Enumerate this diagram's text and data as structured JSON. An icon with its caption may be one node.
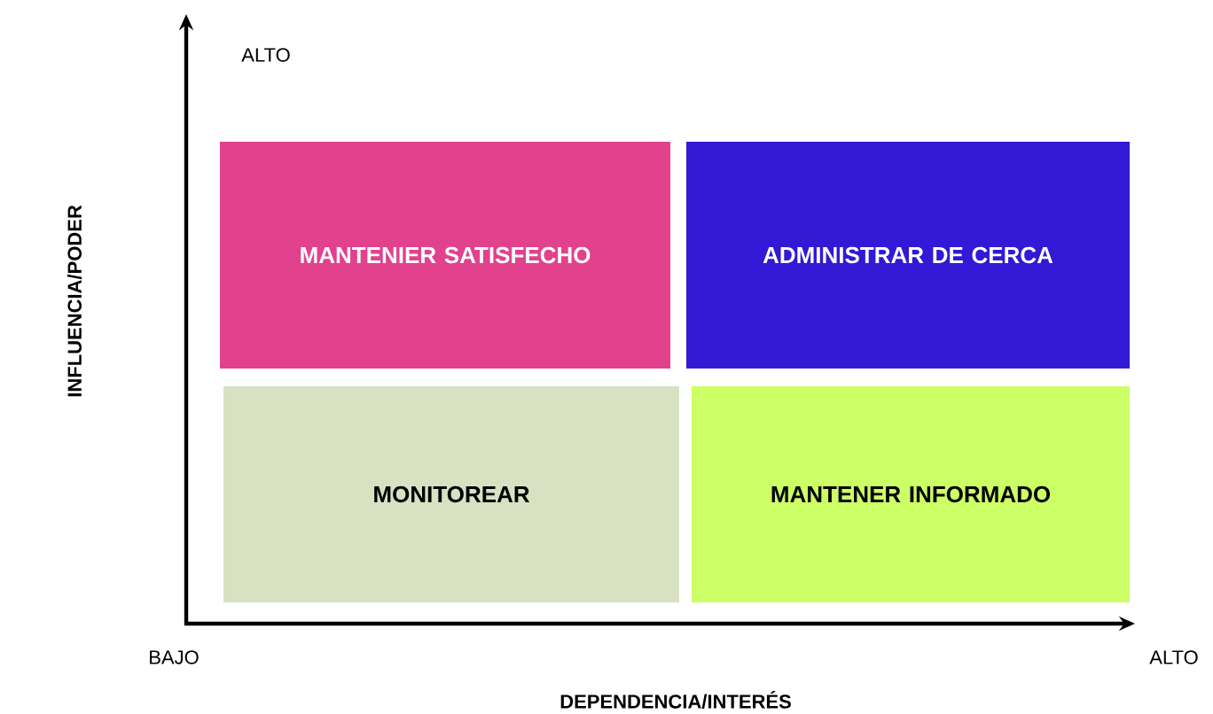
{
  "diagram": {
    "nodes": [
      {
        "text": [
          "MANTENIER SATISFECHO"
        ]
      },
      {
        "text": [
          "ADMINISTRAR DE CERCA"
        ]
      },
      {
        "text": [
          "MONITOREAR"
        ]
      },
      {
        "text": [
          "MANTENER INFORMADO"
        ]
      }
    ],
    "edges": [],
    "labels": [
      "ALTO",
      "INFLUENCIA/PODER",
      "BAJO",
      "ALTO",
      "DEPENDENCIA/INTERÉS"
    ]
  }
}
